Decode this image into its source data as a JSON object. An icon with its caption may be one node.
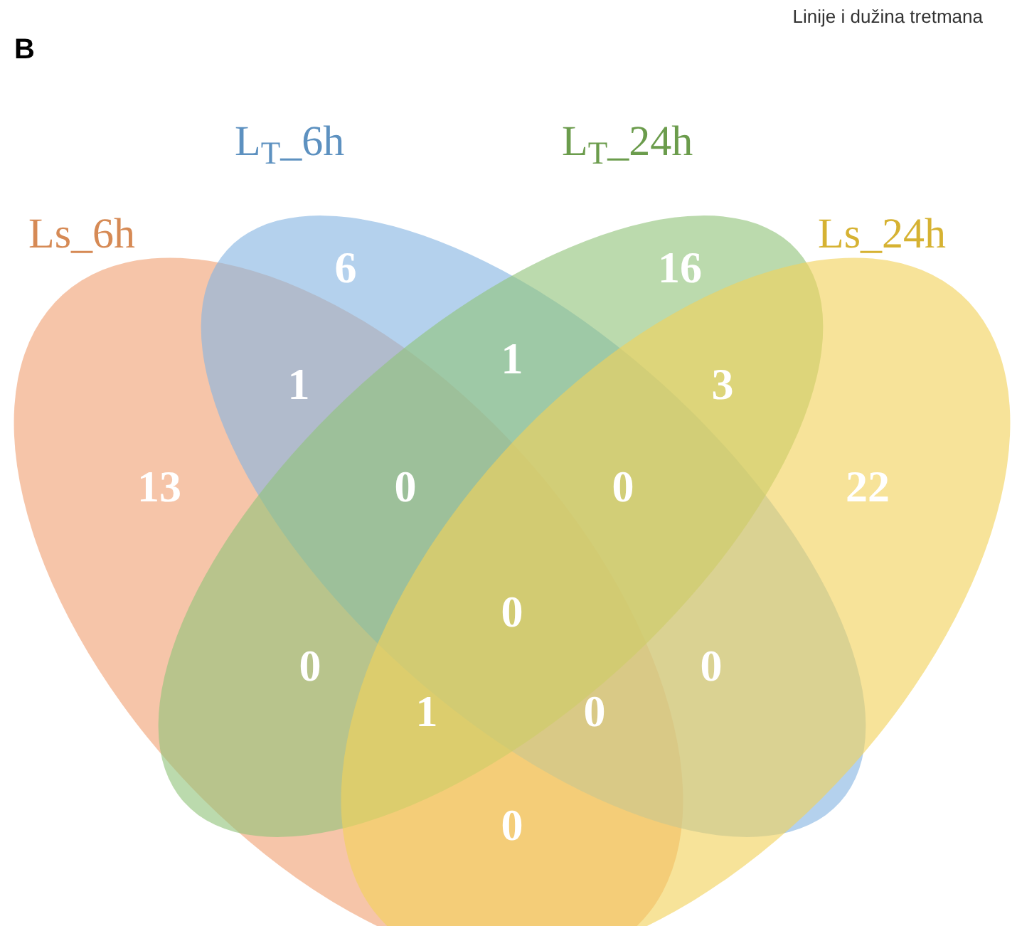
{
  "diagram": {
    "nodes": [
      {
        "text": [
          "Ls_6h"
        ]
      },
      {
        "text": [
          "L$_{T}$_6h"
        ]
      },
      {
        "text": [
          "L$_{T}$_24h"
        ]
      },
      {
        "text": [
          "Ls_24h"
        ]
      }
    ],
    "labels": [
      "Linije i dužina tretmana",
      "B",
      "6",
      "16",
      "1",
      "1",
      "3",
      "13",
      "0",
      "0",
      "22",
      "0",
      "0",
      "0",
      "1",
      "0",
      "0"
    ]
  }
}
